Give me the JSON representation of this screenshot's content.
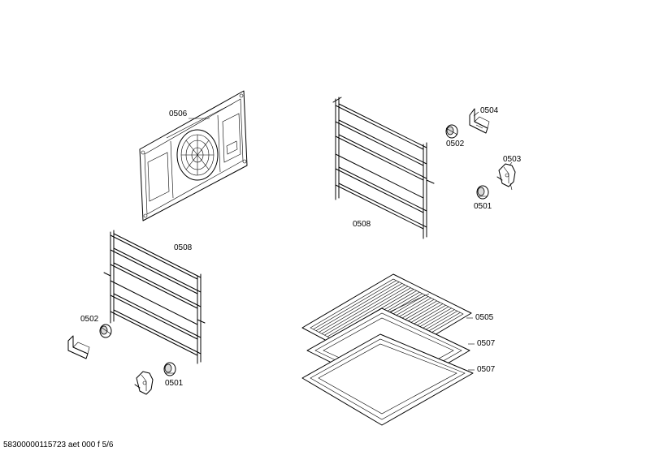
{
  "parts": [
    {
      "id": "fan-cover-plate",
      "label": "0506"
    },
    {
      "id": "rail-rack-right",
      "label": "0508"
    },
    {
      "id": "rail-rack-left",
      "label": "0508"
    },
    {
      "id": "clip-bracket-right",
      "label": "0504"
    },
    {
      "id": "knob-right-upper",
      "label": "0502"
    },
    {
      "id": "holder-right",
      "label": "0503"
    },
    {
      "id": "knob-right-lower",
      "label": "0501"
    },
    {
      "id": "knob-left-upper",
      "label": "0502"
    },
    {
      "id": "knob-left-lower",
      "label": "0501"
    },
    {
      "id": "wire-grid-shelf",
      "label": "0505"
    },
    {
      "id": "baking-tray-upper",
      "label": "0507"
    },
    {
      "id": "baking-tray-lower",
      "label": "0507"
    }
  ],
  "footer": "58300000115723 aet 000 f 5/6"
}
